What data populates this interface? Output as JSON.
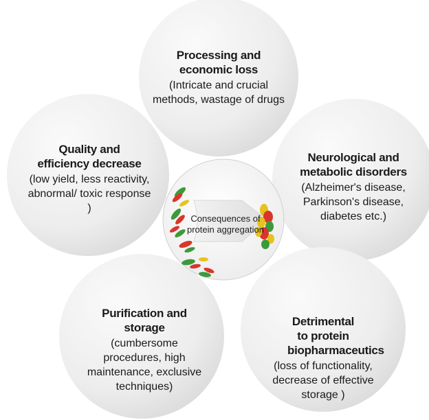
{
  "center": {
    "label": "Consequences of protein aggregation"
  },
  "petals": [
    {
      "title": "Processing and economic loss",
      "body": "(Intricate and crucial methods, wastage of drugs"
    },
    {
      "title": "Neurological and metabolic disorders",
      "body": "(Alzheimer's disease, Parkinson's disease, diabetes etc.)"
    },
    {
      "title": "Detrimental to protein biopharmaceutics",
      "body": "(loss of functionality, decrease of effective storage )"
    },
    {
      "title": "Purification and storage",
      "body": "(cumbersome procedures, high maintenance, exclusive techniques)"
    },
    {
      "title": "Quality and efficiency decrease",
      "body": "(low yield, less reactivity, abnormal/ toxic response )"
    }
  ],
  "colors": {
    "petal_light": "#f4f4f4",
    "petal_dark": "#dcdcdc",
    "text": "#1a1a1a",
    "fibril_red": "#d9362b",
    "fibril_green": "#3c9a3a",
    "fibril_yellow": "#e6c21e"
  },
  "icons": {
    "fibrils_left": "aggregated-fibrils-icon",
    "cluster_right": "protein-aggregate-icon"
  }
}
